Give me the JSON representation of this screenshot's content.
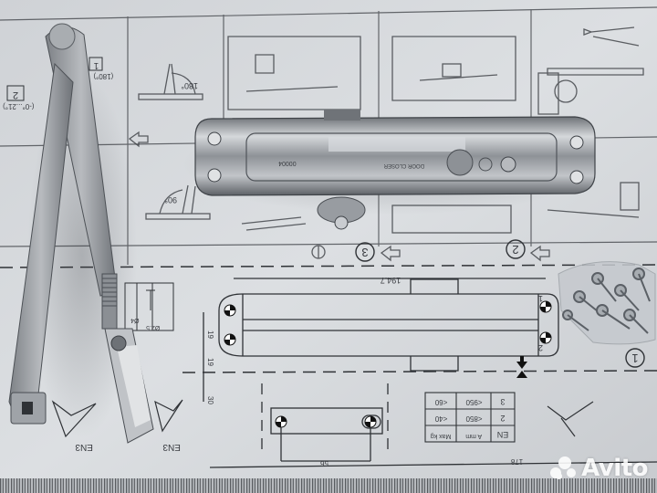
{
  "scene": {
    "description": "Overhead photo of a silver door closer with arm on a printed installation template sheet",
    "colors": {
      "paper": "#d7dadd",
      "paper_shadow": "#b9bdc2",
      "ink": "#2f3236",
      "metal_light": "#c3c6ca",
      "metal_mid": "#9a9ea3",
      "metal_dark": "#55595e"
    }
  },
  "template": {
    "step_badges": [
      "1",
      "2",
      "3"
    ],
    "angle_labels": [
      "180°",
      "90°"
    ],
    "side_note_labels": [
      "1",
      "2"
    ],
    "side_note_values": [
      "(180°)",
      "(-0°...21°)"
    ],
    "dimensions": {
      "body_length": "194.7",
      "hole_spacing_v1": "19",
      "hole_spacing_v2": "19",
      "bracket_offset": "30",
      "bracket_length": "56",
      "bottom_length": "178"
    },
    "hole_numbers": [
      "1",
      "2"
    ],
    "screw_labels": [
      "Ø4",
      "Ø2.5"
    ],
    "en_labels": [
      "EN3",
      "EN3"
    ],
    "spec_table": {
      "headers": [
        "EN",
        "A mm",
        "Max kg"
      ],
      "rows": [
        [
          "2",
          "<850",
          "<40"
        ],
        [
          "3",
          "<950",
          "<60"
        ]
      ]
    }
  },
  "product": {
    "name": "door closer",
    "stamp_text": "DOOR CLOSER",
    "body_code": "00004"
  },
  "watermark": {
    "brand": "Avito"
  }
}
